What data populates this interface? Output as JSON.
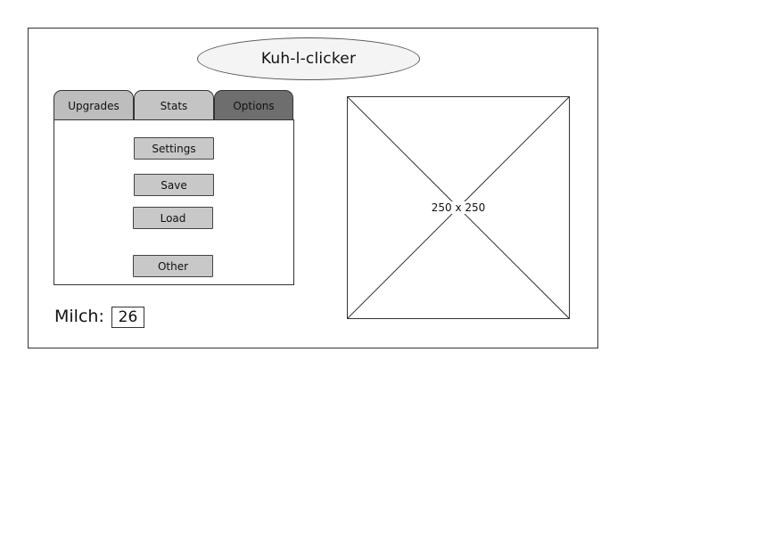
{
  "app": {
    "title": "Kuh-l-clicker"
  },
  "tabs": [
    {
      "label": "Upgrades"
    },
    {
      "label": "Stats"
    },
    {
      "label": "Options",
      "selected": true
    }
  ],
  "options_panel": {
    "settings_label": "Settings",
    "save_label": "Save",
    "load_label": "Load",
    "other_label": "Other"
  },
  "resources": {
    "milch_label": "Milch:",
    "milch_value": "26"
  },
  "image": {
    "size_label": "250 x 250"
  },
  "colors": {
    "tab_selected": "#6e6e6e",
    "tab_default": "#bdbdbd",
    "button_fill": "#c8c8c8"
  }
}
